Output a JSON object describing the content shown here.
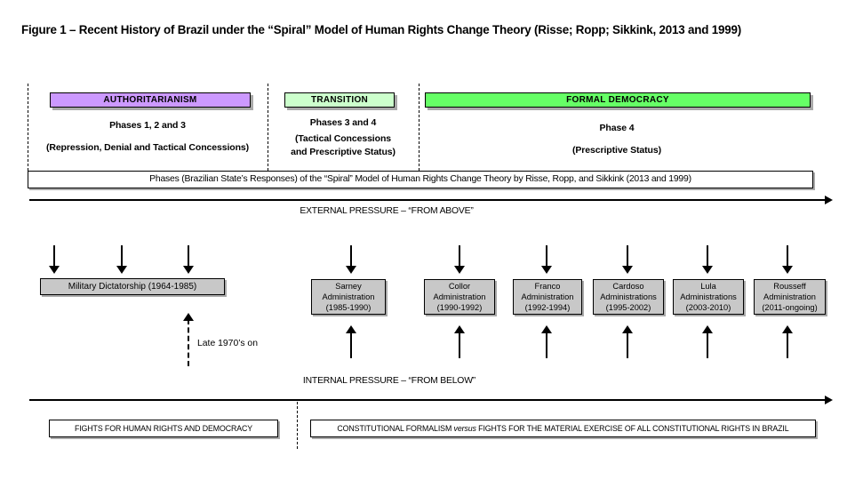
{
  "title": "Figure 1 – Recent History of Brazil under the “Spiral” Model of Human Rights Change Theory (Risse; Ropp; Sikkink, 2013 and 1999)",
  "timeline": {
    "periods": [
      {
        "label": "AUTHORITARIANISM",
        "fill": "#CC99FF",
        "lines": [
          "Phases 1, 2 and 3",
          "(Repression, Denial and Tactical Concessions)"
        ]
      },
      {
        "label": "TRANSITION",
        "fill": "#CCFFCC",
        "lines": [
          "Phases 3 and 4",
          "(Tactical Concessions",
          "and Prescriptive Status)"
        ]
      },
      {
        "label": "FORMAL DEMOCRACY",
        "fill": "#66FF66",
        "lines": [
          "Phase 4",
          "(Prescriptive Status)"
        ]
      }
    ],
    "banner": "Phases (Brazilian State’s Responses) of the “Spiral” Model of Human Rights Change Theory by Risse, Ropp, and Sikkink  (2013 and 1999)"
  },
  "pressures": {
    "external": "EXTERNAL PRESSURE – “FROM ABOVE”",
    "internal": "INTERNAL PRESSURE – “FROM BELOW”",
    "late_1970s": "Late 1970’s on"
  },
  "governments": [
    {
      "label": "Military Dictatorship (1964-1985)"
    },
    {
      "label": "Sarney\nAdministration\n(1985-1990)"
    },
    {
      "label": "Collor\nAdministration\n(1990-1992)"
    },
    {
      "label": "Franco\nAdministration\n(1992-1994)"
    },
    {
      "label": "Cardoso\nAdministrations\n(1995-2002)"
    },
    {
      "label": "Lula\nAdministrations\n(2003-2010)"
    },
    {
      "label": "Rousseff\nAdministration\n(2011-ongoing)"
    }
  ],
  "struggles": {
    "left": "FIGHTS FOR HUMAN RIGHTS AND DEMOCRACY",
    "right_pre": "CONSTITUTIONAL FORMALISM ",
    "right_italic": "versus",
    "right_post": " FIGHTS FOR THE MATERIAL EXERCISE OF ALL CONSTITUTIONAL RIGHTS IN BRAZIL"
  },
  "colors": {
    "authoritarianism": "#CC99FF",
    "transition": "#CCFFCC",
    "formal_democracy": "#66FF66",
    "government_box": "#C8C8C8",
    "shadow": "#A9A9A9"
  }
}
